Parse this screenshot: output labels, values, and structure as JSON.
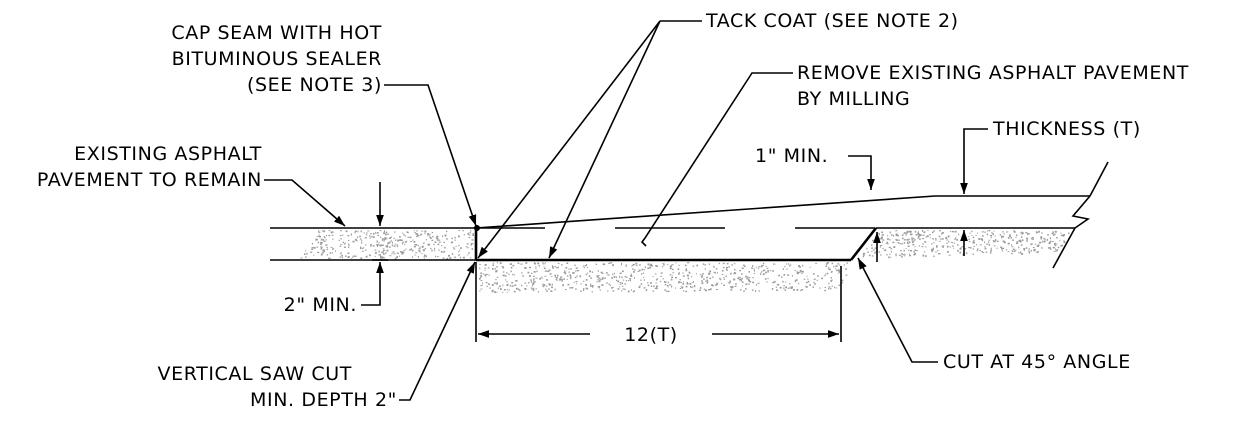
{
  "labels": {
    "cap_seam": [
      "CAP SEAM WITH HOT",
      "BITUMINOUS SEALER",
      "(SEE NOTE 3)"
    ],
    "tack_coat": "TACK COAT (SEE NOTE 2)",
    "remove_existing": [
      "REMOVE EXISTING ASPHALT PAVEMENT",
      "BY MILLING"
    ],
    "thickness": "THICKNESS (T)",
    "one_inch_min": "1\" MIN.",
    "existing_remain": [
      "EXISTING ASPHALT",
      "PAVEMENT TO REMAIN"
    ],
    "two_inch_min": "2\" MIN.",
    "twelve_t": "12(T)",
    "cut_45": "CUT AT 45° ANGLE",
    "vertical_saw": [
      "VERTICAL SAW CUT",
      "MIN. DEPTH 2\""
    ]
  },
  "colors": {
    "line": "#000000",
    "aggregate": "#9a9a9a",
    "background": "#ffffff"
  }
}
